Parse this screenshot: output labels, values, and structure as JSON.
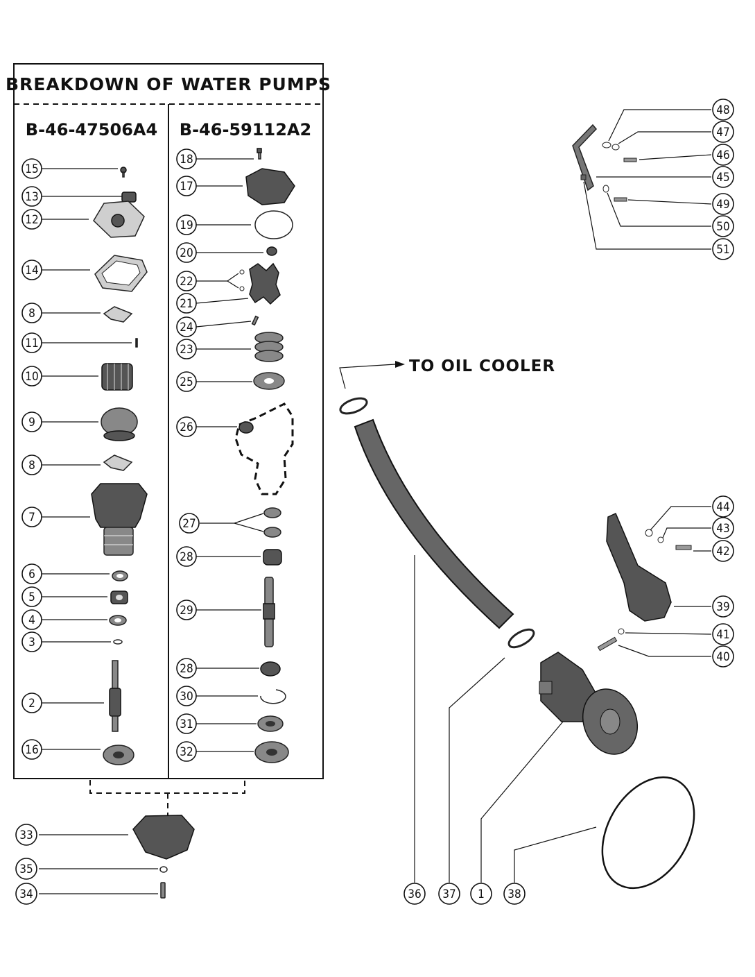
{
  "header": {
    "title": "BREAKDOWN OF WATER PUMPS",
    "left_model": "B-46-47506A4",
    "right_model": "B-46-59112A2"
  },
  "annotation": {
    "to_oil_cooler": "TO OIL COOLER"
  },
  "callouts": {
    "left": [
      "15",
      "13",
      "12",
      "14",
      "8",
      "11",
      "10",
      "9",
      "8",
      "7",
      "6",
      "5",
      "4",
      "3",
      "2",
      "16"
    ],
    "right": [
      "18",
      "17",
      "19",
      "20",
      "22",
      "21",
      "24",
      "23",
      "25",
      "26",
      "27",
      "28",
      "29",
      "28",
      "30",
      "31",
      "32"
    ],
    "bottom_left": [
      "33",
      "35",
      "34"
    ],
    "top_right": [
      "48",
      "47",
      "46",
      "45",
      "49",
      "50",
      "51"
    ],
    "mid_right": [
      "44",
      "43",
      "42",
      "39",
      "41",
      "40"
    ],
    "bottom_row": [
      "36",
      "37",
      "1",
      "38"
    ]
  }
}
